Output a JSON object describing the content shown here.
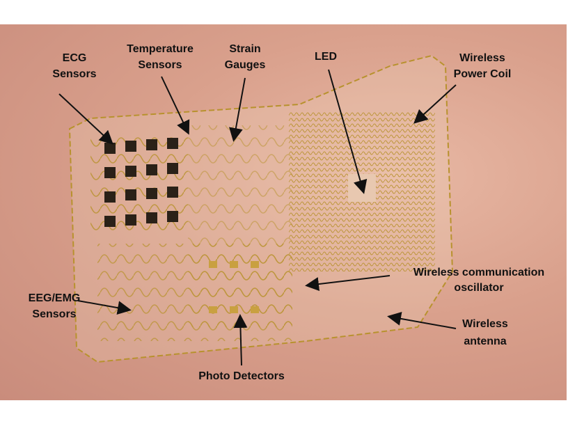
{
  "labels": {
    "ecg": [
      "ECG",
      "Sensors"
    ],
    "temperature": [
      "Temperature",
      "Sensors"
    ],
    "strain": [
      "Strain",
      "Gauges"
    ],
    "led": "LED",
    "power_coil": [
      "Wireless",
      "Power Coil"
    ],
    "oscillator": [
      "Wireless communication",
      "oscillator"
    ],
    "antenna": [
      "Wireless",
      "antenna"
    ],
    "eeg": [
      "EEG/EMG",
      "Sensors"
    ],
    "photo": "Photo Detectors"
  },
  "colors": {
    "skin": "#d9a08c",
    "gold": "#b8922e",
    "text": "#111111"
  }
}
